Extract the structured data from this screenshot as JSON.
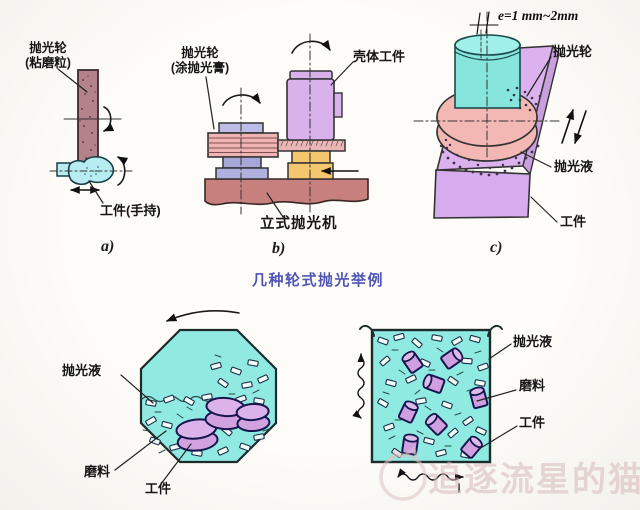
{
  "caption": "几种轮式抛光举例",
  "watermark": "追逐流星的猫",
  "panel_a": {
    "tag": "a)",
    "wheel_line1": "抛光轮",
    "wheel_line2": "(粘磨粒)",
    "workpiece": "工件(手持)"
  },
  "panel_b": {
    "tag": "b)",
    "wheel_line1": "抛光轮",
    "wheel_line2": "(涂抛光膏)",
    "workpiece": "壳体工件",
    "machine": "立式抛光机"
  },
  "panel_c": {
    "tag": "c)",
    "gap": "e=1 mm~2mm",
    "wheel": "抛光轮",
    "liquid": "抛光液",
    "workpiece": "工件"
  },
  "barrel": {
    "liquid": "抛光液",
    "abrasive": "磨料",
    "workpiece": "工件"
  },
  "tank": {
    "liquid": "抛光液",
    "abrasive": "磨料",
    "workpiece": "工件"
  },
  "colors": {
    "caption_blue": "#5156b6",
    "liquid_cyan": "#8feae2",
    "abrasive_bar_mauve": "#b3828a",
    "wheel_pink": "#f0b4b4",
    "workpiece_purple": "#d9b2ec",
    "fixture_orange": "#f4c66e",
    "machine_base_brown": "#c8807f",
    "workpiece_cyan": "#b6ecf2",
    "cylinder_cyan": "#86e6de"
  }
}
